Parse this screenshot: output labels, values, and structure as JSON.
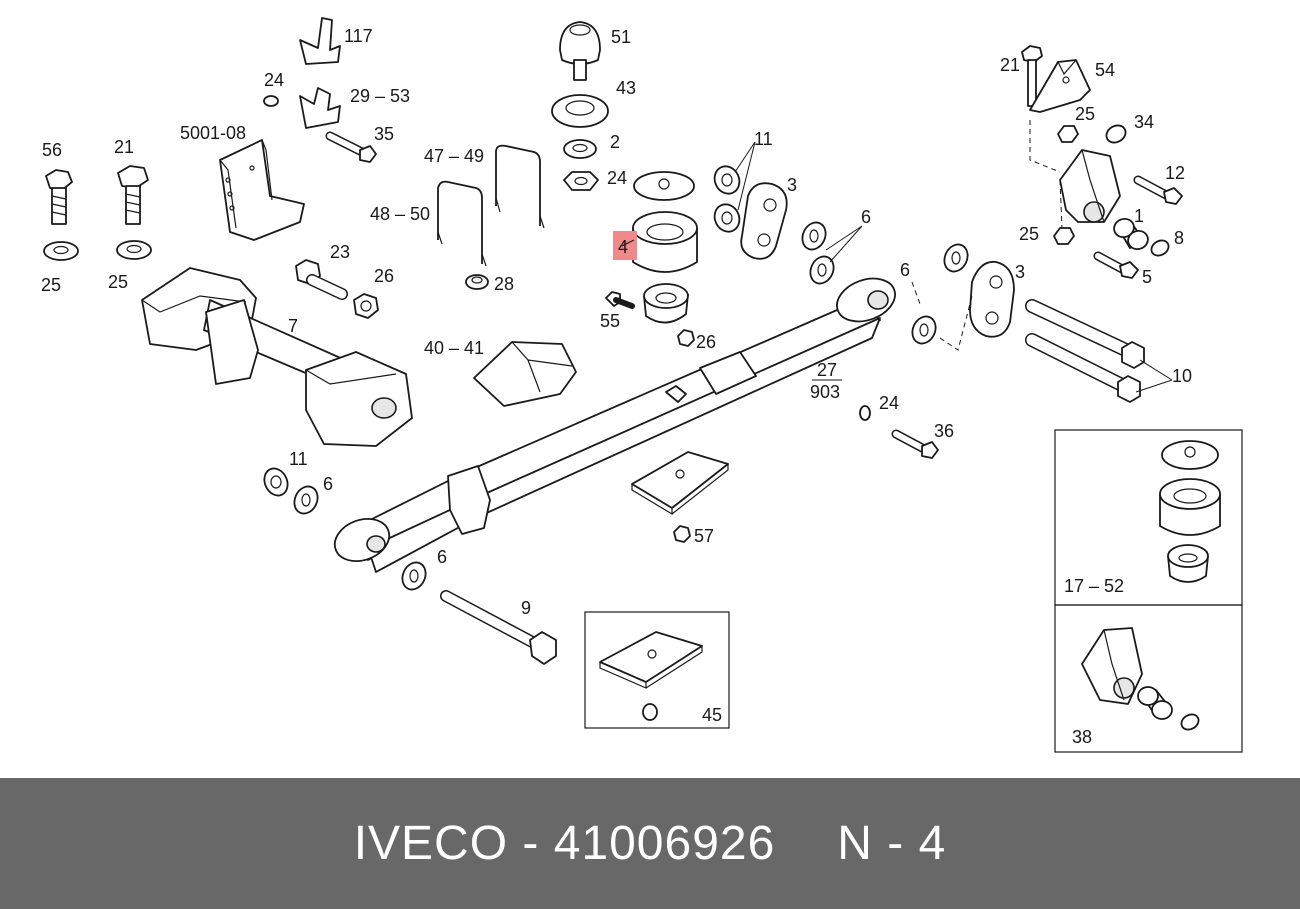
{
  "diagram": {
    "callouts": {
      "c117": "117",
      "c24a": "24",
      "c29_53": "29 – 53",
      "c35": "35",
      "c5001_08": "5001-08",
      "c56": "56",
      "c21a": "21",
      "c25a": "25",
      "c25b": "25",
      "c23": "23",
      "c26a": "26",
      "c7": "7",
      "c47_49": "47 – 49",
      "c48_50": "48 – 50",
      "c28": "28",
      "c40_41": "40 – 41",
      "c51": "51",
      "c43": "43",
      "c2": "2",
      "c24b": "24",
      "c4": "4",
      "c55": "55",
      "c26b": "26",
      "c11a": "11",
      "c3a": "3",
      "c6a": "6",
      "c6b": "6",
      "c3b": "3",
      "c10": "10",
      "c27": "27",
      "c903": "903",
      "c24c": "24",
      "c36": "36",
      "c21b": "21",
      "c54": "54",
      "c25c": "25",
      "c34": "34",
      "c12": "12",
      "c1": "1",
      "c25d": "25",
      "c8": "8",
      "c5": "5",
      "c11b": "11",
      "c6c": "6",
      "c6d": "6",
      "c9": "9",
      "c57": "57",
      "c45": "45",
      "c17_52": "17 – 52",
      "c38": "38"
    },
    "highlight_color": "#f08a8a"
  },
  "footer": {
    "brand_part": "IVECO - 41006926",
    "ref": "N - 4",
    "background": "#686868"
  }
}
